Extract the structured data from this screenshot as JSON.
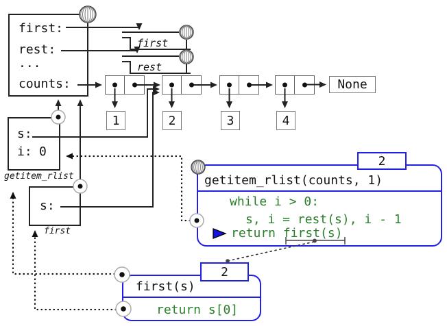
{
  "global_frame": {
    "vars": [
      "first:",
      "rest:",
      "...",
      "counts:"
    ]
  },
  "function_objects": [
    {
      "name": "first"
    },
    {
      "name": "rest"
    }
  ],
  "linked_list": {
    "values": [
      "1",
      "2",
      "3",
      "4"
    ],
    "terminator": "None"
  },
  "frames": [
    {
      "label": "getitem_rlist",
      "vars": [
        {
          "name": "s:",
          "value": ""
        },
        {
          "name": "i:",
          "value": "0"
        }
      ]
    },
    {
      "label": "first",
      "vars": [
        {
          "name": "s:",
          "value": ""
        }
      ]
    }
  ],
  "call_boxes": [
    {
      "header": "getitem_rlist(counts, 1)",
      "return_value": "2",
      "code": [
        "while i > 0:",
        "s, i = rest(s), i - 1",
        "return first(s)"
      ]
    },
    {
      "header": "first(s)",
      "return_value": "2",
      "code": [
        "return s[0]"
      ]
    }
  ],
  "colors": {
    "accent_blue": "#1f1fe8",
    "code_green": "#2a7e2a",
    "line_black": "#222222"
  }
}
